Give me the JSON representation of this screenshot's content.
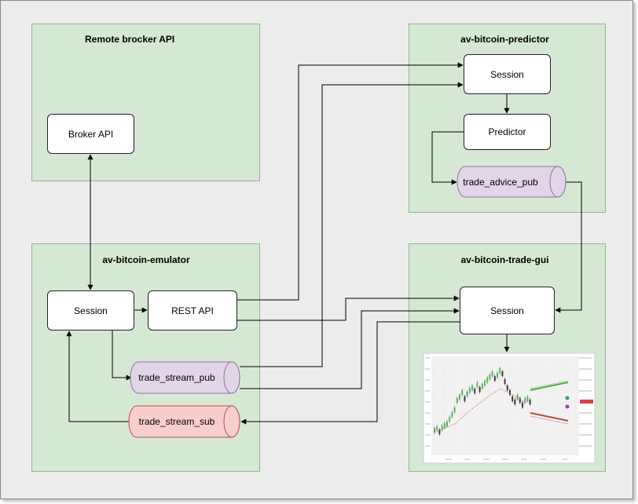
{
  "groups": {
    "remote": {
      "title": "Remote brocker API"
    },
    "predictor": {
      "title": "av-bitcoin-predictor"
    },
    "emulator": {
      "title": "av-bitcoin-emulator"
    },
    "gui": {
      "title": "av-bitcoin-trade-gui"
    }
  },
  "nodes": {
    "broker_api": "Broker API",
    "predictor_session": "Session",
    "predictor": "Predictor",
    "trade_advice_pub": "trade_advice_pub",
    "emulator_session": "Session",
    "rest_api": "REST API",
    "trade_stream_pub": "trade_stream_pub",
    "trade_stream_sub": "trade_stream_sub",
    "gui_session": "Session"
  },
  "colors": {
    "group_fill": "#d5e8d4",
    "group_stroke": "#8fba86",
    "pub_fill": "#e1d5e7",
    "pub_stroke": "#9673a6",
    "sub_fill": "#f8cecc",
    "sub_stroke": "#b85450",
    "line": "#000000"
  },
  "chart_data": {
    "type": "line",
    "title": "",
    "description_marks": "thumbnail candlestick price chart with prediction lines"
  }
}
